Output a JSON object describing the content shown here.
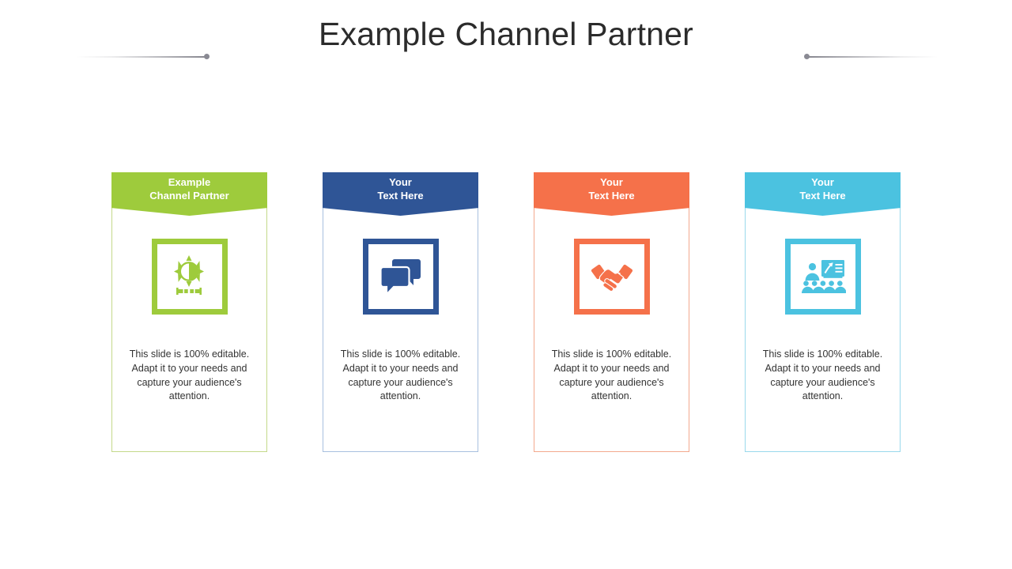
{
  "slide": {
    "title": "Example Channel Partner",
    "decorations": {
      "left_rule": "gradient-rule-left",
      "right_rule": "gradient-rule-right",
      "dot_color": "#8a8a93"
    },
    "body_text": "This slide is 100% editable. Adapt it to your needs and capture your audience's attention.",
    "cards": [
      {
        "heading_line1": "Example",
        "heading_line2": "Channel Partner",
        "icon": "brightness-contrast-icon",
        "color": "#9ECB3C",
        "border_color": "#c3d98a",
        "text": "This slide is 100% editable. Adapt it to your needs and capture your audience's attention."
      },
      {
        "heading_line1": "Your",
        "heading_line2": "Text Here",
        "icon": "chat-bubbles-icon",
        "color": "#2F5596",
        "border_color": "#a8c0df",
        "text": "This slide is 100% editable. Adapt it to your needs and capture your audience's attention."
      },
      {
        "heading_line1": "Your",
        "heading_line2": "Text Here",
        "icon": "handshake-icon",
        "color": "#F5714A",
        "border_color": "#f3a98e",
        "text": "This slide is 100% editable. Adapt it to your needs and capture your audience's attention."
      },
      {
        "heading_line1": "Your",
        "heading_line2": "Text Here",
        "icon": "presentation-training-icon",
        "color": "#4BC2E0",
        "border_color": "#9ad9ec",
        "text": "This slide is 100% editable. Adapt it to your needs and capture your audience's attention."
      }
    ]
  }
}
